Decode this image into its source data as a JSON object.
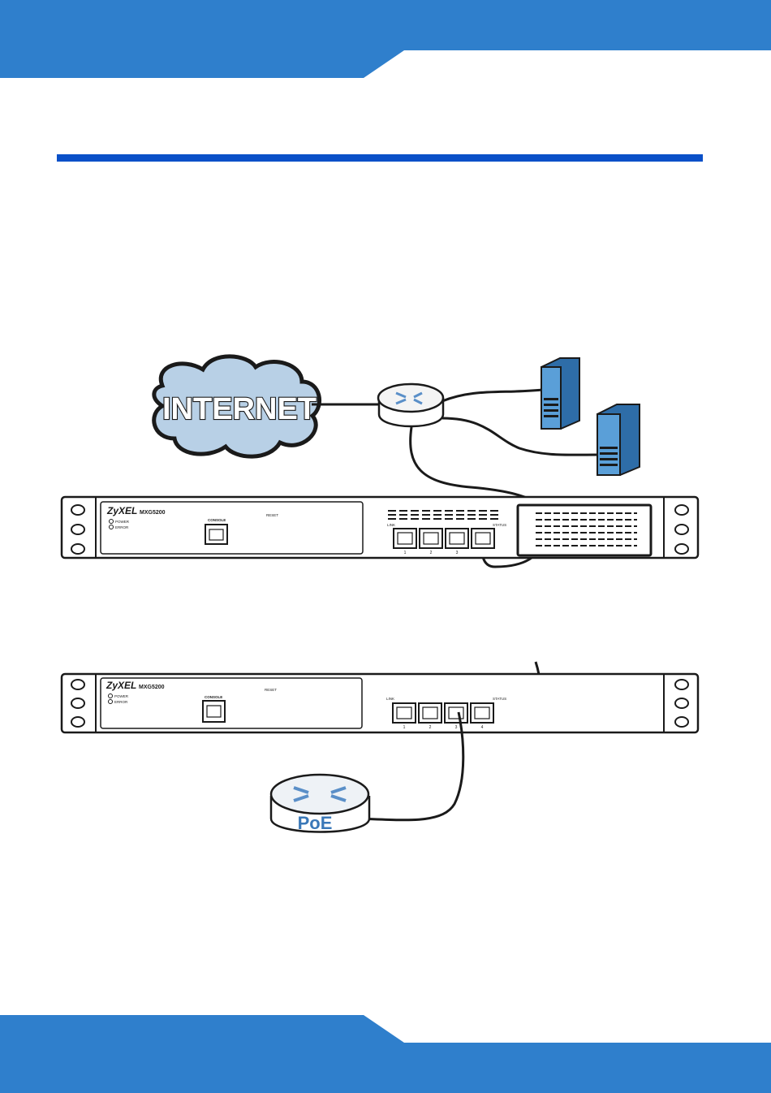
{
  "figure_1": {
    "cloud_label": "INTERNET",
    "device": {
      "brand": "ZyXEL",
      "model": "MXG5200",
      "led_1": "POWER",
      "led_2": "ERROR",
      "console_label": "CONSOLE",
      "reset_label": "RESET",
      "link_label": "LINK",
      "status_label": "STATUS",
      "port_1": "1",
      "port_2": "2",
      "port_3": "3"
    }
  },
  "figure_2": {
    "router_label": "PoE",
    "device": {
      "brand": "ZyXEL",
      "model": "MXG5200",
      "led_1": "POWER",
      "led_2": "ERROR",
      "console_label": "CONSOLE",
      "reset_label": "RESET",
      "link_label": "LINK",
      "status_label": "STATUS",
      "port_1": "1",
      "port_2": "2",
      "port_3": "3",
      "port_4": "4"
    }
  },
  "colors": {
    "band": "#2f7fcc",
    "rule": "#0a50c8",
    "cloud": "#b8d0e6",
    "server": "#5a9fd8",
    "poe_text": "#3a78b8"
  }
}
